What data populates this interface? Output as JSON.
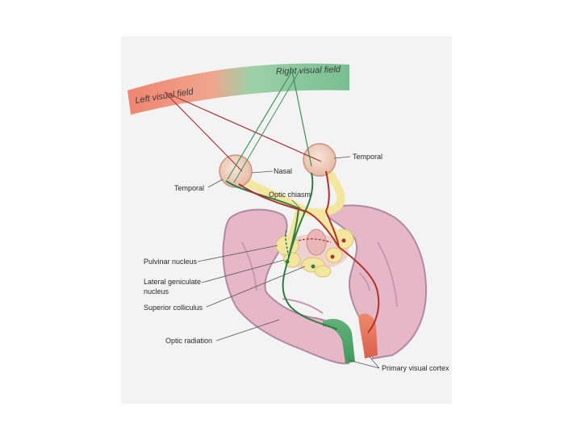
{
  "labels": {
    "left_visual_field": "Left visual field",
    "right_visual_field": "Right visual field",
    "temporal_right": "Temporal",
    "temporal_left": "Temporal",
    "nasal": "Nasal",
    "optic_chiasm": "Optic chiasm",
    "pulvinar_nucleus": "Pulvinar nucleus",
    "lateral_geniculate_line1": "Lateral geniculate",
    "lateral_geniculate_line2": "nucleus",
    "superior_colliculus": "Superior colliculus",
    "optic_radiation": "Optic radiation",
    "primary_visual_cortex": "Primary visual cortex"
  },
  "colors": {
    "left_field": "#ef8a78",
    "right_field": "#7fc49a",
    "brain_tissue": "#e6b7c7",
    "brain_outline": "#b08aa0",
    "green_pathway": "#2e7d45",
    "red_pathway": "#b0302a",
    "nucleus_yellow": "#f3e7a0",
    "eye_fill": "#f1d7c8",
    "leader_line": "#555555",
    "label_text": "#2a2a2a"
  }
}
